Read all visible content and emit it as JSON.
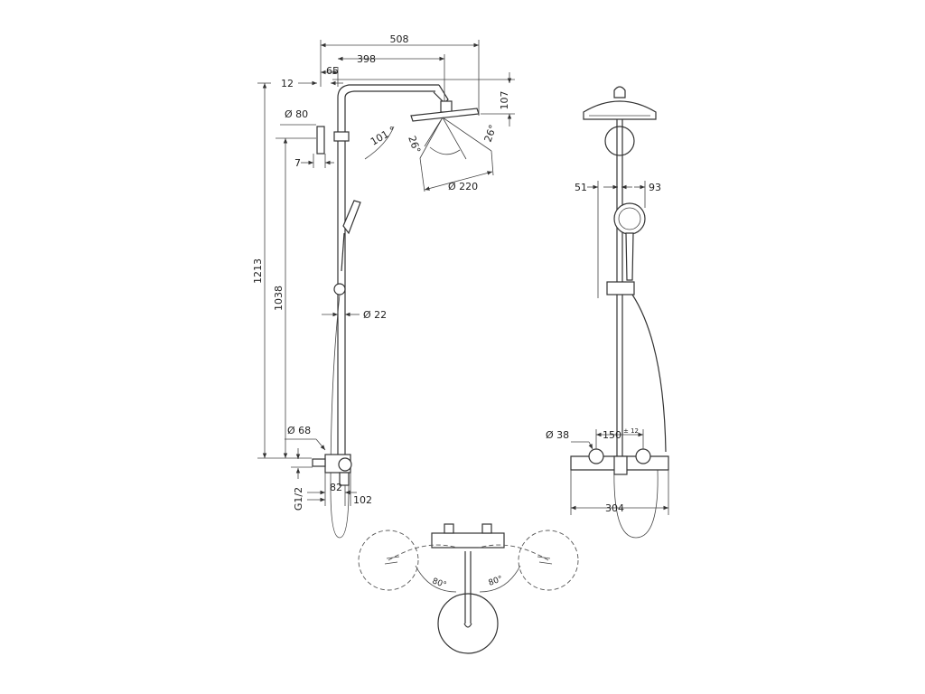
{
  "figure": {
    "side_view": {
      "width_overall": "508",
      "arm_reach": "398",
      "offset_top": "65",
      "wall_gap": "12",
      "bracket_dia": "Ø 80",
      "wall_offset": "7",
      "arm_angle": "101 °",
      "tilt_left": "26°",
      "tilt_right": "26°",
      "head_dia": "Ø 220",
      "head_height": "107",
      "height_total": "1213",
      "height_riser": "1038",
      "pipe_dia": "Ø 22",
      "mixer_dia": "Ø 68",
      "connection": "G1/2",
      "depth_a": "82",
      "depth_b": "102"
    },
    "front_view": {
      "offset_left": "51",
      "offset_right": "93",
      "handle_dia": "Ø 38",
      "centers": "150",
      "centers_tol": "± 12",
      "width_mixer": "304"
    },
    "top_view": {
      "swivel_left": "80°",
      "swivel_right": "80°"
    }
  }
}
